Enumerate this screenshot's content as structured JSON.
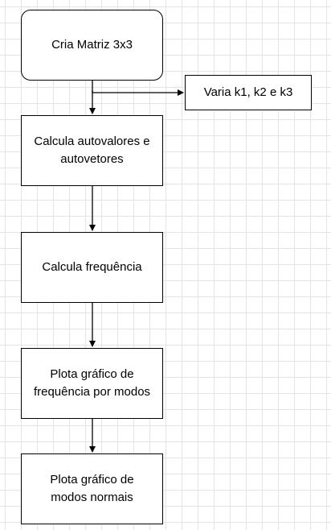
{
  "diagram": {
    "nodes": {
      "start": "Cria Matriz 3x3",
      "vary": "Varia k1, k2 e k3",
      "eigen_line1": "Calcula autovalores e",
      "eigen_line2": "autovetores",
      "freq": "Calcula frequência",
      "plot_freq_line1": "Plota gráfico de",
      "plot_freq_line2": "frequência por modos",
      "plot_modes_line1": "Plota gráfico de",
      "plot_modes_line2": "modos normais"
    },
    "edges": [
      {
        "from": "Cria Matriz 3x3",
        "to": "Calcula autovalores e autovetores"
      },
      {
        "from": "Cria Matriz 3x3",
        "to": "Varia k1, k2 e k3"
      },
      {
        "from": "Calcula autovalores e autovetores",
        "to": "Calcula frequência"
      },
      {
        "from": "Calcula frequência",
        "to": "Plota gráfico de frequência por modos"
      },
      {
        "from": "Plota gráfico de frequência por modos",
        "to": "Plota gráfico de modos normais"
      }
    ],
    "colors": {
      "stroke": "#000000",
      "fill": "#ffffff",
      "grid": "#e4e4e4"
    }
  }
}
